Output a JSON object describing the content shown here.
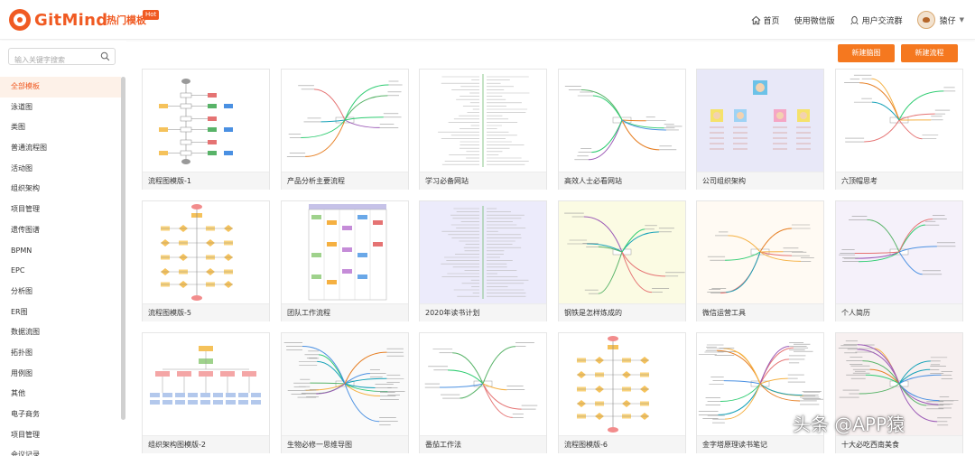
{
  "header": {
    "logo_text": "GitMind",
    "hot_link": "热门模板",
    "hot_badge": "Hot",
    "nav": {
      "home": "首页",
      "wechat": "使用微信版",
      "group": "用户交流群",
      "user": "猿仔"
    }
  },
  "sidebar": {
    "search_placeholder": "输入关键字搜索",
    "categories": [
      "全部模板",
      "泳道图",
      "类图",
      "普通流程图",
      "活动图",
      "组织架构",
      "项目管理",
      "遗传图谱",
      "BPMN",
      "EPC",
      "分析图",
      "ER图",
      "数据流图",
      "拓扑图",
      "用例图",
      "其他",
      "电子商务",
      "项目管理",
      "会议记录"
    ],
    "active_index": 0
  },
  "toolbar": {
    "new_mindmap": "新建脑图",
    "new_flowchart": "新建流程图"
  },
  "templates": [
    {
      "title": "流程图模版-1",
      "kind": "flow"
    },
    {
      "title": "产品分析主要流程",
      "kind": "mind"
    },
    {
      "title": "学习必备网站",
      "kind": "list"
    },
    {
      "title": "高效人士必看网站",
      "kind": "mind"
    },
    {
      "title": "公司组织架构",
      "kind": "org-avatars"
    },
    {
      "title": "六顶帽思考",
      "kind": "mind"
    },
    {
      "title": "流程图模版-5",
      "kind": "flow-diamond"
    },
    {
      "title": "团队工作流程",
      "kind": "swimlane"
    },
    {
      "title": "2020年读书计划",
      "kind": "list-lilac"
    },
    {
      "title": "钢铁是怎样炼成的",
      "kind": "mind-yellow"
    },
    {
      "title": "微信运营工具",
      "kind": "mind-warm"
    },
    {
      "title": "个人简历",
      "kind": "mind-lilac"
    },
    {
      "title": "组织架构图模版-2",
      "kind": "org"
    },
    {
      "title": "生物必修一思维导图",
      "kind": "mind-gray"
    },
    {
      "title": "番茄工作法",
      "kind": "mind"
    },
    {
      "title": "流程图模版-6",
      "kind": "flow-diamond"
    },
    {
      "title": "金字塔原理读书笔记",
      "kind": "mind-dense"
    },
    {
      "title": "十大必吃西南美食",
      "kind": "mind-radial"
    }
  ],
  "watermark": "头条 @APP猿",
  "colors": {
    "brand": "#f05a22",
    "button": "#f5781f",
    "active_bg": "#fdf1e8"
  }
}
